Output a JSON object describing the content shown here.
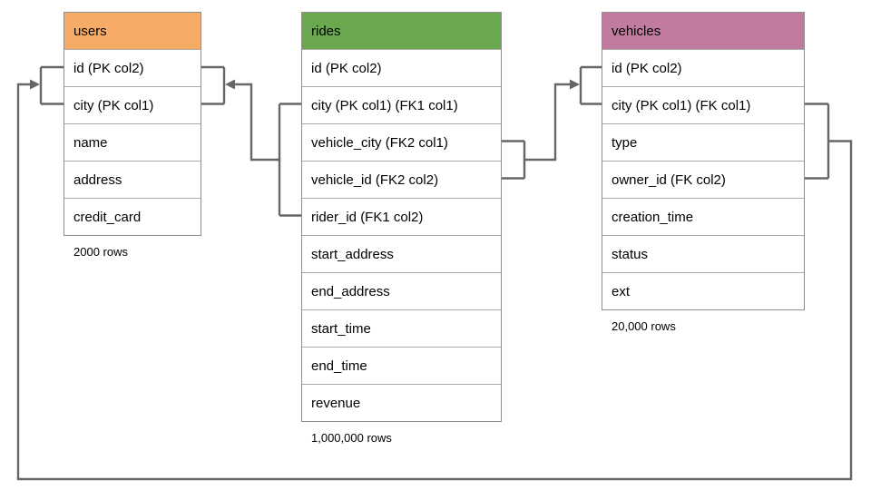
{
  "diagram": {
    "background_color": "#ffffff",
    "line_color": "#666666",
    "border_color": "#8e8e8e",
    "tables": [
      {
        "name": "users",
        "header_color": "#f6ab66",
        "columns": [
          "id (PK col2)",
          "city (PK col1)",
          "name",
          "address",
          "credit_card"
        ],
        "row_count_label": "2000 rows"
      },
      {
        "name": "rides",
        "header_color": "#6aa84f",
        "columns": [
          "id (PK col2)",
          "city (PK col1) (FK1 col1)",
          "vehicle_city (FK2 col1)",
          "vehicle_id (FK2 col2)",
          "rider_id (FK1 col2)",
          "start_address",
          "end_address",
          "start_time",
          "end_time",
          "revenue"
        ],
        "row_count_label": "1,000,000 rows"
      },
      {
        "name": "vehicles",
        "header_color": "#c27ba0",
        "columns": [
          "id (PK col2)",
          "city (PK col1) (FK col1)",
          "type",
          "owner_id (FK col2)",
          "creation_time",
          "status",
          "ext"
        ],
        "row_count_label": "20,000 rows"
      }
    ],
    "relationships": [
      {
        "name": "FK1",
        "from_table": "rides",
        "from_columns": "city, rider_id",
        "to_table": "users",
        "to_columns": "id, city"
      },
      {
        "name": "FK2",
        "from_table": "rides",
        "from_columns": "vehicle_city, vehicle_id",
        "to_table": "vehicles",
        "to_columns": "id, city"
      },
      {
        "name": "FK",
        "from_table": "vehicles",
        "from_columns": "city, owner_id",
        "to_table": "users",
        "to_columns": "id, city"
      }
    ]
  }
}
